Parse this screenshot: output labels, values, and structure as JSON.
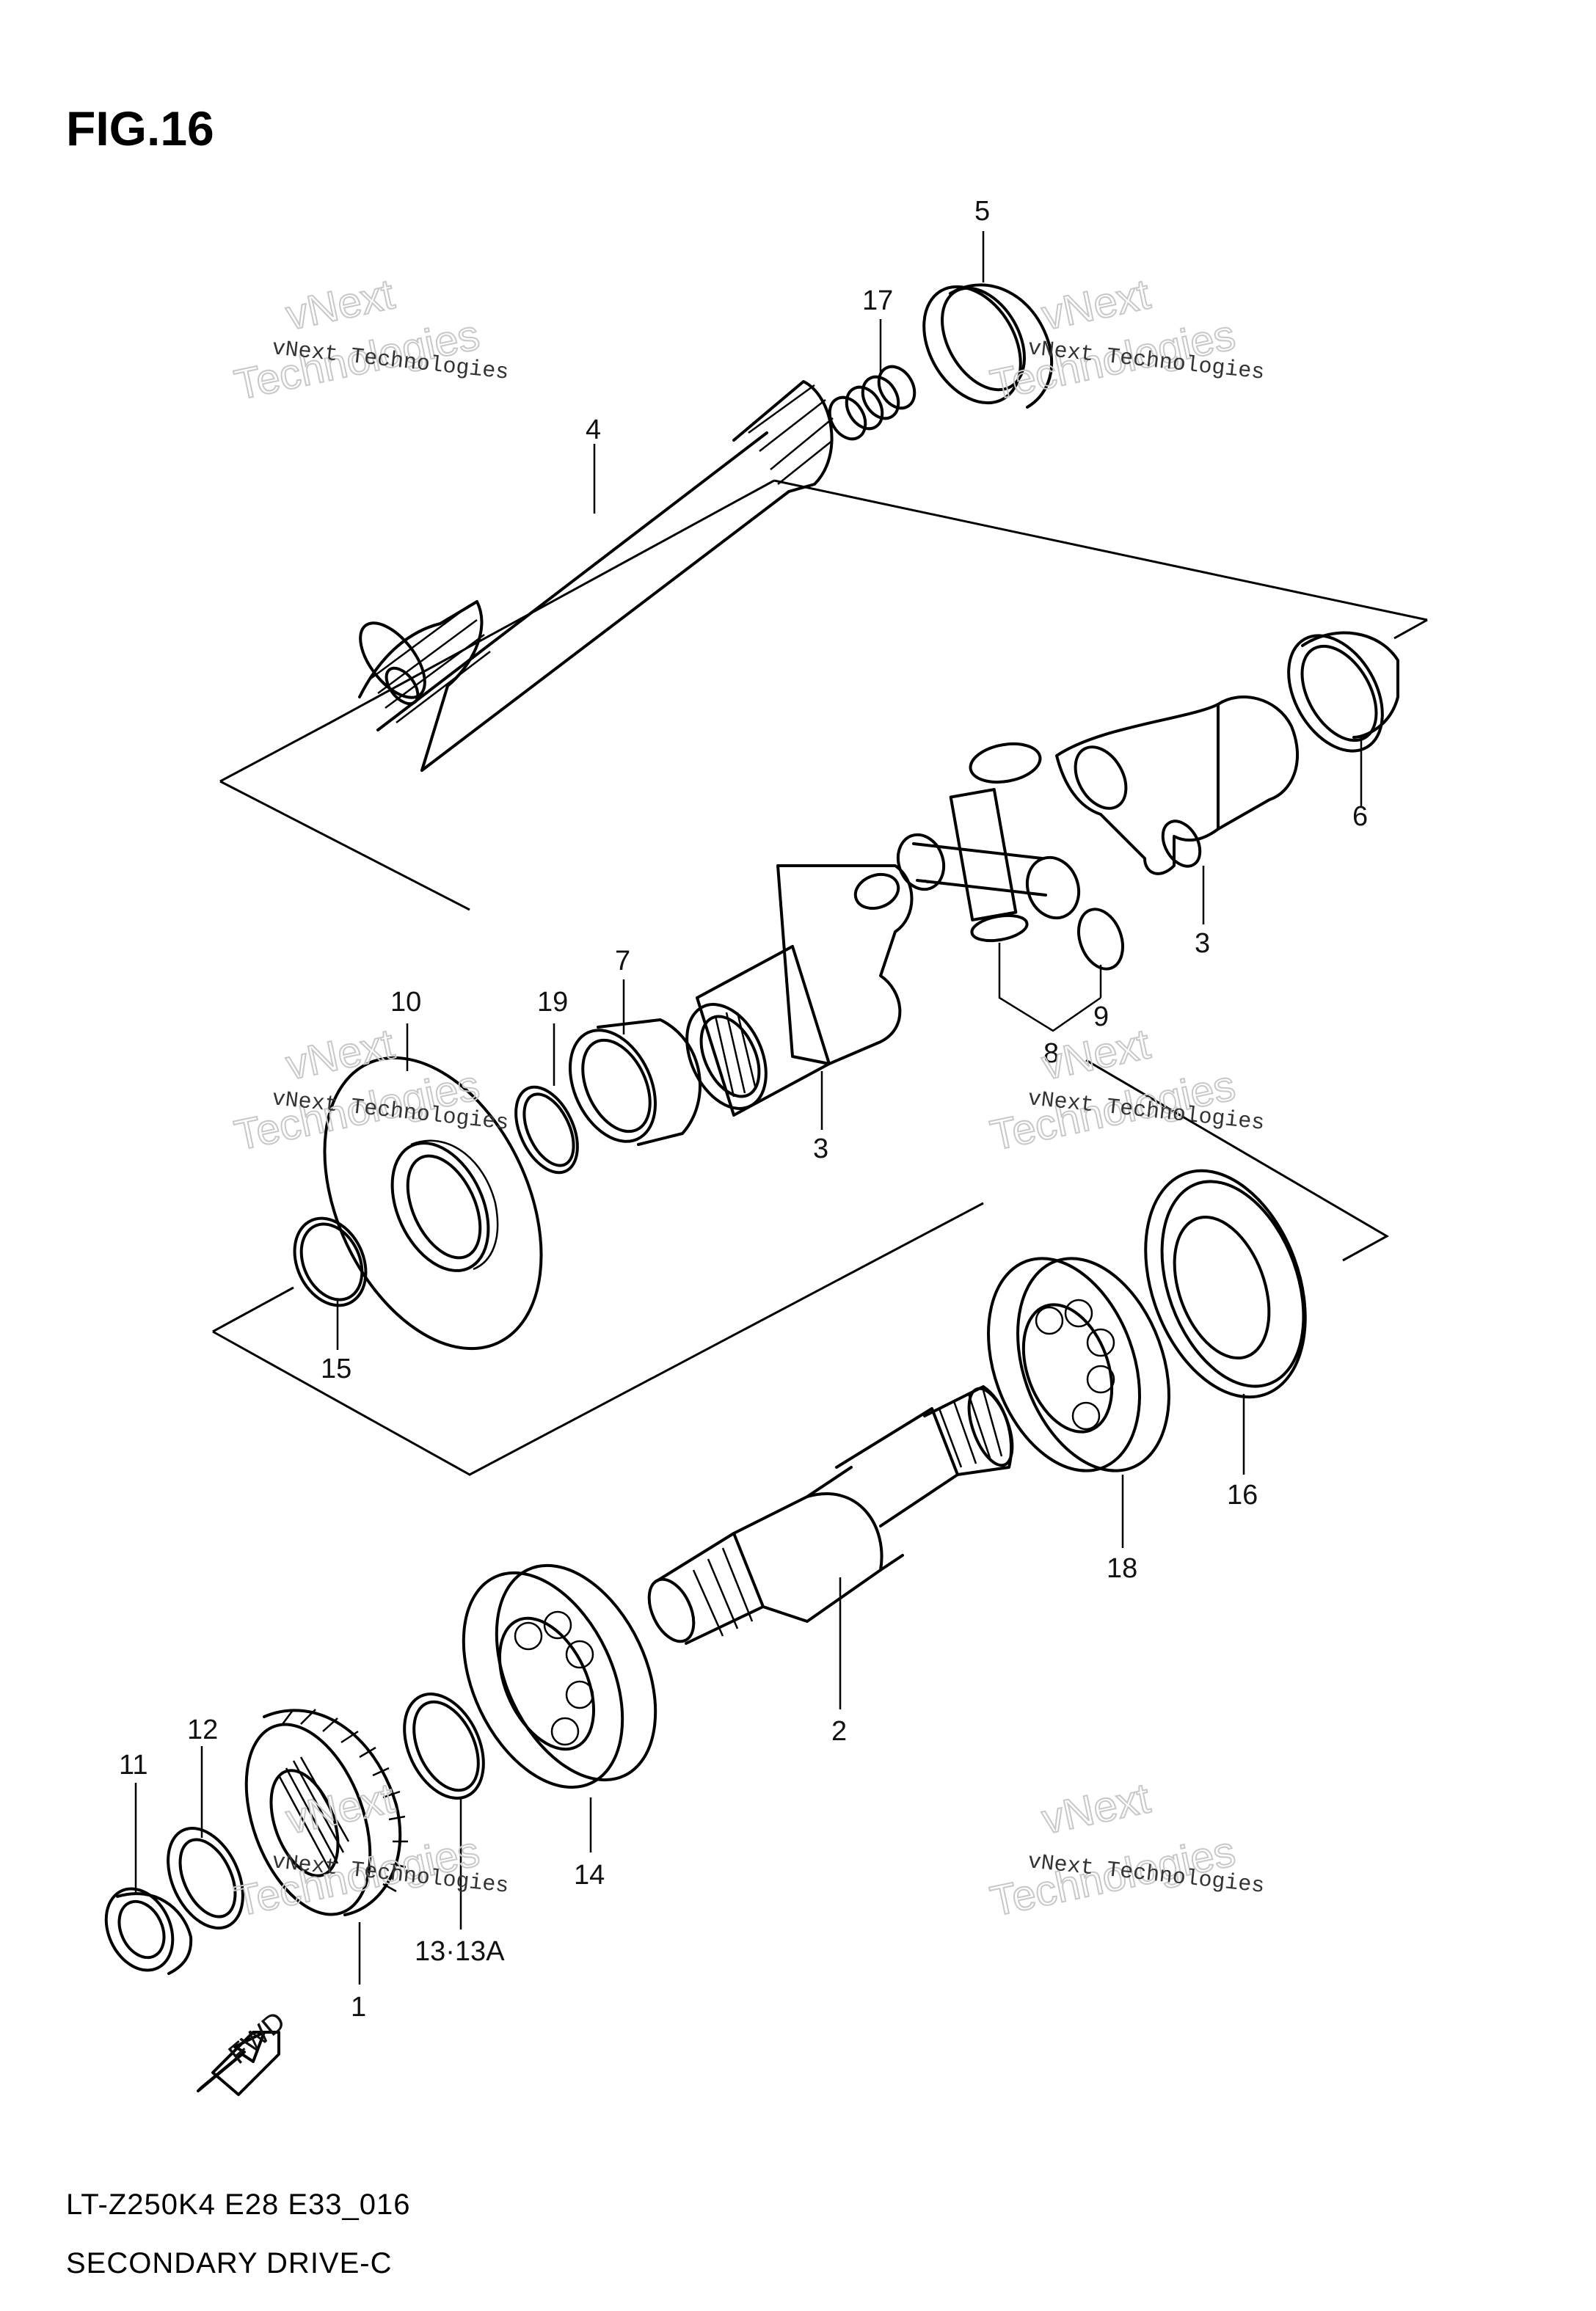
{
  "figure": {
    "title": "FIG.16",
    "model_code": "LT-Z250K4 E28 E33_016",
    "section_name": "SECONDARY DRIVE-C"
  },
  "watermarks": [
    {
      "line1": "vNext Technologies",
      "line2": "vNext",
      "line3": "Technologies"
    },
    {
      "line1": "vNext Technologies",
      "line2": "vNext",
      "line3": "Technologies"
    },
    {
      "line1": "vNext Technologies",
      "line2": "vNext",
      "line3": "Technologies"
    },
    {
      "line1": "vNext Technologies",
      "line2": "vNext",
      "line3": "Technologies"
    },
    {
      "line1": "vNext Technologies",
      "line2": "vNext",
      "line3": "Technologies"
    },
    {
      "line1": "vNext Technologies",
      "line2": "vNext",
      "line3": "Technologies"
    }
  ],
  "callouts": [
    {
      "id": "c5",
      "label": "5"
    },
    {
      "id": "c17",
      "label": "17"
    },
    {
      "id": "c4",
      "label": "4"
    },
    {
      "id": "c6",
      "label": "6"
    },
    {
      "id": "c3a",
      "label": "3"
    },
    {
      "id": "c9",
      "label": "9"
    },
    {
      "id": "c8",
      "label": "8"
    },
    {
      "id": "c3b",
      "label": "3"
    },
    {
      "id": "c10",
      "label": "10"
    },
    {
      "id": "c19",
      "label": "19"
    },
    {
      "id": "c7",
      "label": "7"
    },
    {
      "id": "c15",
      "label": "15"
    },
    {
      "id": "c16",
      "label": "16"
    },
    {
      "id": "c18",
      "label": "18"
    },
    {
      "id": "c2",
      "label": "2"
    },
    {
      "id": "c12",
      "label": "12"
    },
    {
      "id": "c11",
      "label": "11"
    },
    {
      "id": "c14",
      "label": "14"
    },
    {
      "id": "c13",
      "label": "13·13A"
    },
    {
      "id": "c1",
      "label": "1"
    }
  ],
  "fwd_label": "FWD"
}
